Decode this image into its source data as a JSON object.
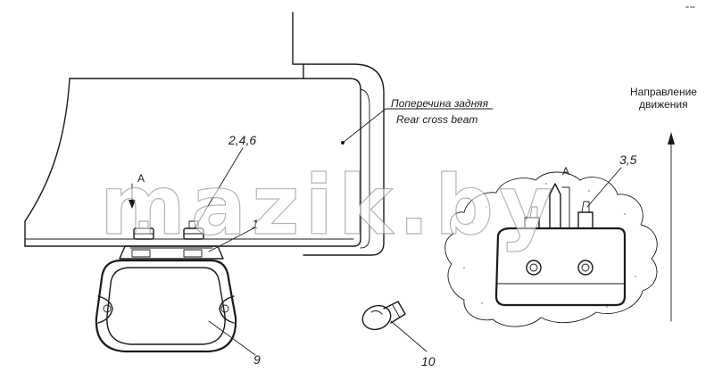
{
  "labels": {
    "cross_beam_ru": "Поперечина задняя",
    "cross_beam_en": "Rear cross beam",
    "direction_line1": "Направление",
    "direction_line2": "движения",
    "callout_246": "2,4,6",
    "callout_1": "1",
    "callout_9": "9",
    "callout_10": "10",
    "callout_35": "3,5",
    "view_a_left": "A",
    "view_a_right": "A",
    "corner_mark": "ᵃᵇ ᵇᵃᵇ"
  },
  "watermark": {
    "text": "mazik.by"
  },
  "colors": {
    "ink": "#1a1a1a",
    "background": "#ffffff"
  }
}
